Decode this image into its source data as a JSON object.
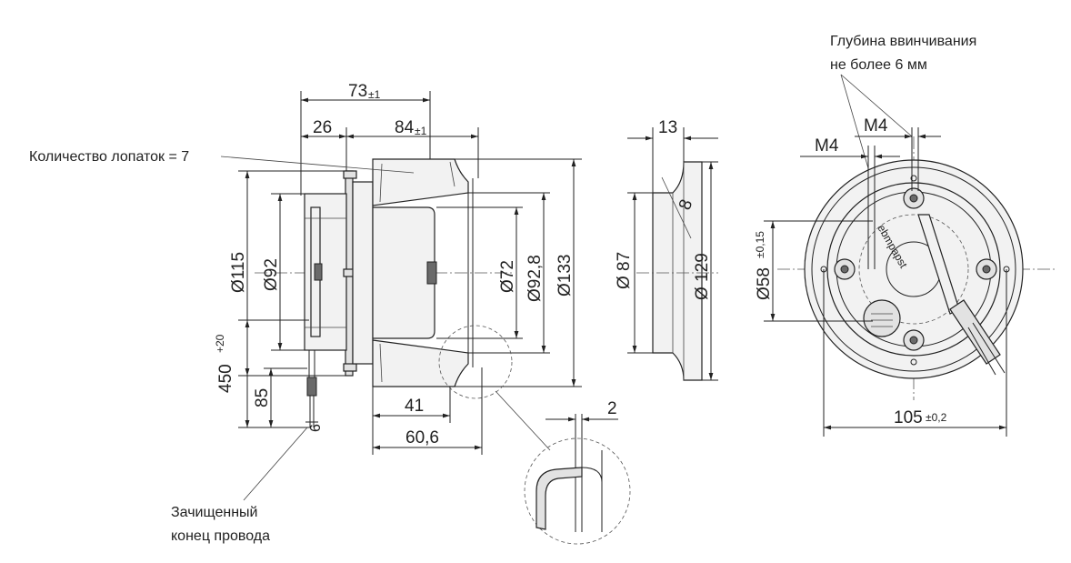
{
  "labels": {
    "blade_count": "Количество лопаток = 7",
    "stripped_end_line1": "Зачищенный",
    "stripped_end_line2": "конец провода",
    "screw_depth_line1": "Глубина ввинчивания",
    "screw_depth_line2": "не более 6 мм",
    "brand": "ebmpapst"
  },
  "dimensions": {
    "d73": "73",
    "d73_tol": "±1",
    "d26": "26",
    "d84": "84",
    "d84_tol": "±1",
    "d115": "Ø115",
    "d92": "Ø92",
    "d450": "450",
    "d450_tol": "+20",
    "d85": "85",
    "d6": "6",
    "d72": "Ø72",
    "d92_8": "Ø92,8",
    "d133": "Ø133",
    "d41": "41",
    "d60_6": "60,6",
    "d2": "2",
    "d13": "13",
    "d8": "8",
    "d87": "Ø 87",
    "d129": "Ø 129",
    "m4_left": "M4",
    "m4_right": "M4",
    "d58": "Ø58",
    "d58_tol": "±0,15",
    "d105": "105",
    "d105_tol": "±0,2"
  }
}
